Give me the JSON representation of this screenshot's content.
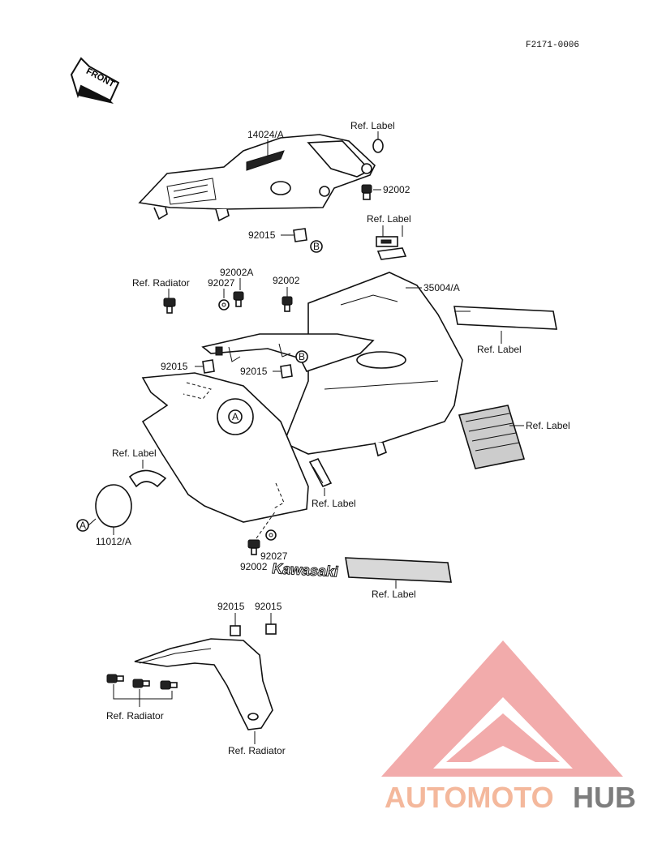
{
  "diagram_code": "F2171-0006",
  "front_arrow": "FRONT",
  "watermark": {
    "brand_a": "AUTOMOTO",
    "brand_b": "HUB",
    "color_a": "#f4b89c",
    "color_b": "#7d7d7d",
    "triangle_color": "#ee8f8f"
  },
  "labels": {
    "top_cover_part": "14024/A",
    "ref_label_top": "Ref. Label",
    "bolt_top_right": "92002",
    "ref_label_stack": "Ref. Label",
    "nut_top": "92015",
    "ref_radiator_bolt": "Ref. Radiator",
    "part_92002a": "92002A",
    "part_92027_upper": "92027",
    "part_92002_upper": "92002",
    "side_cover_part": "35004/A",
    "ref_label_right_strip": "Ref. Label",
    "nut_left": "92015",
    "nut_center": "92015",
    "ref_label_grille": "Ref. Label",
    "ref_label_cap": "Ref. Label",
    "ref_label_clip": "Ref. Label",
    "cap_part": "11012/A",
    "part_92027_lower": "92027",
    "part_92002_lower": "92002",
    "kawasaki_emblem": "Kawasaki",
    "ref_label_emblem": "Ref. Label",
    "nut_lower_1": "92015",
    "nut_lower_2": "92015",
    "ref_radiator_lower_left": "Ref. Radiator",
    "ref_radiator_lower_right": "Ref. Radiator"
  },
  "markers": {
    "a": "A",
    "b": "B"
  }
}
